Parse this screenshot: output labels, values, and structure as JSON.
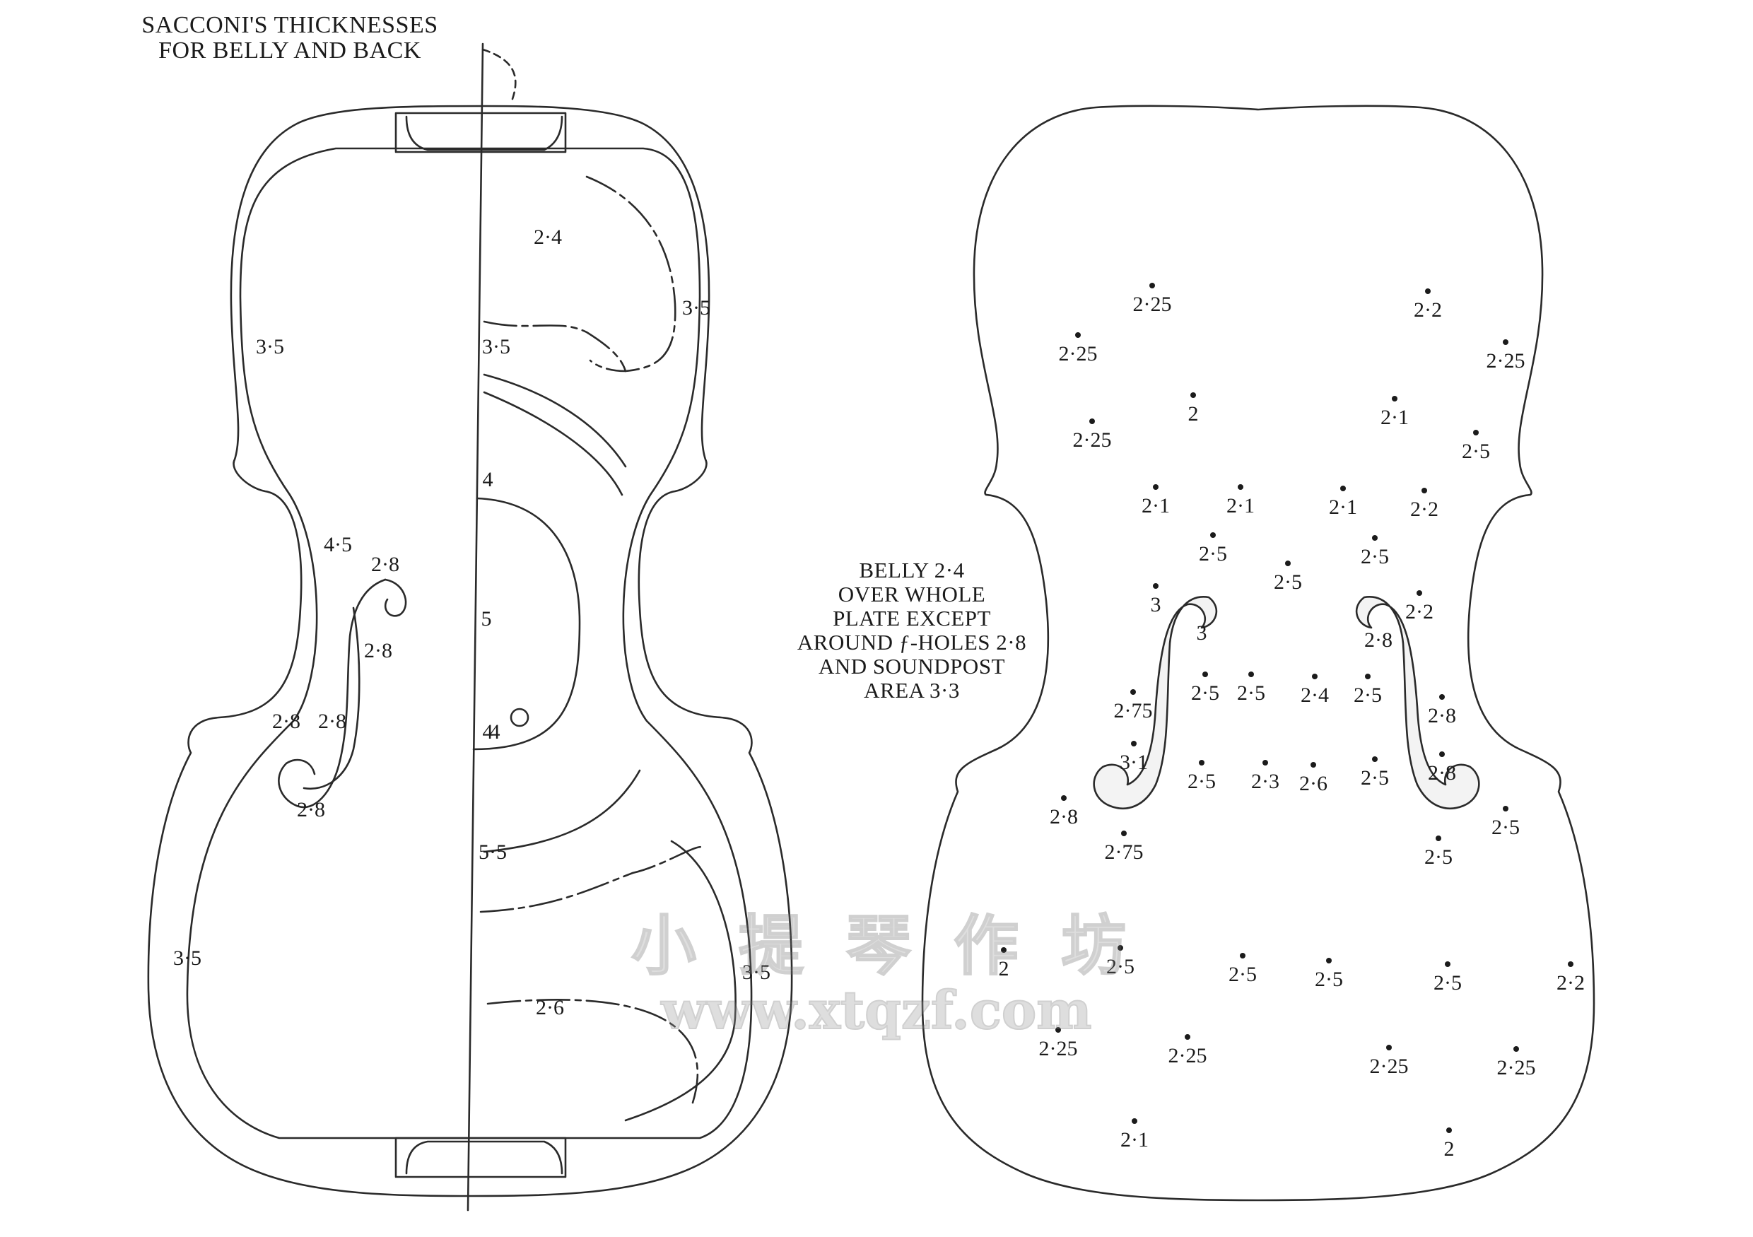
{
  "title": {
    "line1": "SACCONI'S THICKNESSES",
    "line2": "FOR BELLY AND BACK"
  },
  "belly_note": {
    "line1": "BELLY 2·4",
    "line2": "OVER WHOLE",
    "line3": "PLATE EXCEPT",
    "line4": "AROUND ƒ-HOLES 2·8",
    "line5": "AND SOUNDPOST",
    "line6": "AREA 3·3"
  },
  "back_labels": [
    "2·4",
    "3·5",
    "3·5",
    "3·5",
    "4",
    "4·5",
    "2·8",
    "2·8",
    "5",
    "4",
    "2·8",
    "2·8",
    "4",
    "2·8",
    "5·5",
    "3·5",
    "3·5",
    "2·6"
  ],
  "belly_labels": [
    "2·25",
    "2·2",
    "2·25",
    "2·25",
    "2",
    "2·1",
    "2·25",
    "2·5",
    "2·1",
    "2·1",
    "2·1",
    "2·2",
    "2·5",
    "2·5",
    "2·5",
    "3",
    "2·2",
    "3",
    "2·8",
    "2·75",
    "2·5",
    "2·5",
    "2·4",
    "2·5",
    "2·8",
    "3·1",
    "2·5",
    "2·3",
    "2·6",
    "2·5",
    "2·8",
    "2·8",
    "2·5",
    "2·75",
    "2·5",
    "2",
    "2·5",
    "2·5",
    "2·5",
    "2·5",
    "2·2",
    "2·25",
    "2·25",
    "2·25",
    "2·25",
    "2·1",
    "2"
  ],
  "watermark": {
    "line1": "小 提 琴 作 坊",
    "line2": "www.xtqzf.com"
  }
}
